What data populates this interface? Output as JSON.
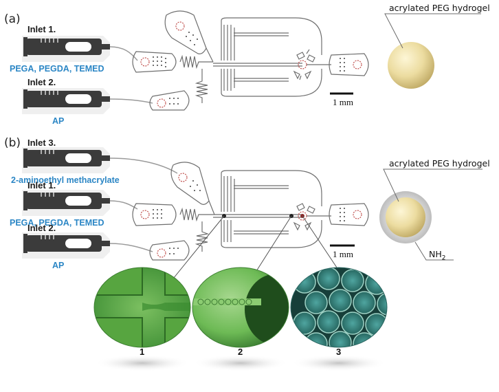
{
  "panel_a": {
    "label": "(a)",
    "inlet1": {
      "title": "Inlet 1.",
      "reagents": "PEGA, PEGDA, TEMED"
    },
    "inlet2": {
      "title": "Inlet 2.",
      "reagents": "AP"
    },
    "scale_bar": "1 mm",
    "particle_label": "acrylated PEG hydrogel"
  },
  "panel_b": {
    "label": "(b)",
    "inlet3": {
      "title": "Inlet 3.",
      "reagents": "2-aminoethyl methacrylate"
    },
    "inlet1": {
      "title": "Inlet 1.",
      "reagents": "PEGA, PEGDA, TEMED"
    },
    "inlet2": {
      "title": "Inlet 2.",
      "reagents": "AP"
    },
    "scale_bar": "1 mm",
    "particle_label": "acrylated PEG hydrogel",
    "shell_label_main": "NH",
    "shell_label_sub": "2",
    "micrographs": [
      "1",
      "2",
      "3"
    ]
  },
  "colors": {
    "syringe": "#3b3b3b",
    "chem_text": "#2b86c5",
    "chip_line": "#6e6e6e",
    "micrograph_green": "#5fae4a",
    "particle_core": "#efe0a6",
    "shell": "#c9c9c9"
  }
}
